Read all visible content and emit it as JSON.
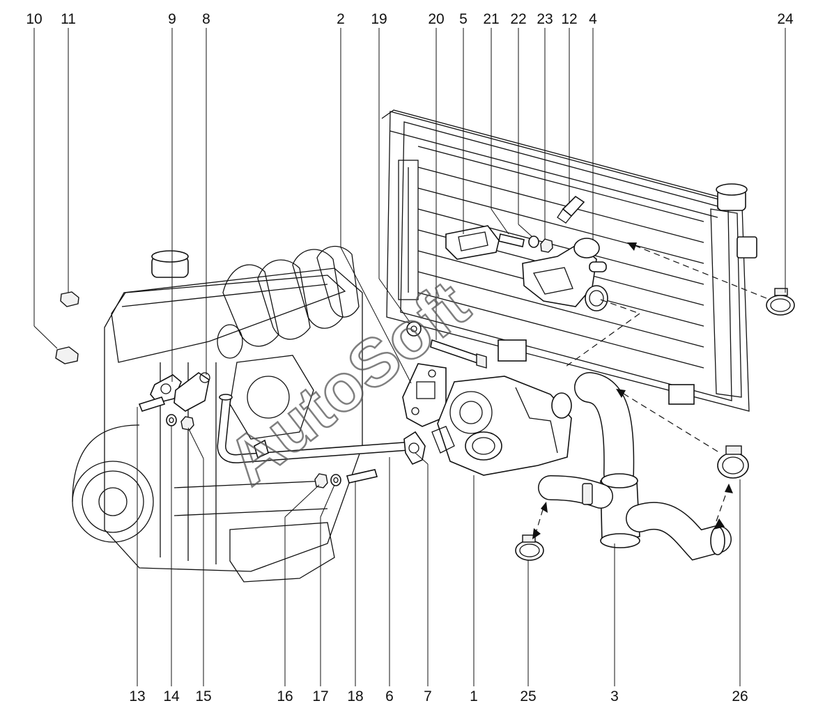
{
  "diagram": {
    "callouts": [
      "1",
      "2",
      "3",
      "4",
      "5",
      "6",
      "7",
      "8",
      "9",
      "10",
      "11",
      "12",
      "13",
      "14",
      "15",
      "16",
      "17",
      "18",
      "19",
      "20",
      "21",
      "22",
      "23",
      "24",
      "25",
      "26"
    ]
  },
  "watermark": {
    "text": "AutoSoft"
  }
}
